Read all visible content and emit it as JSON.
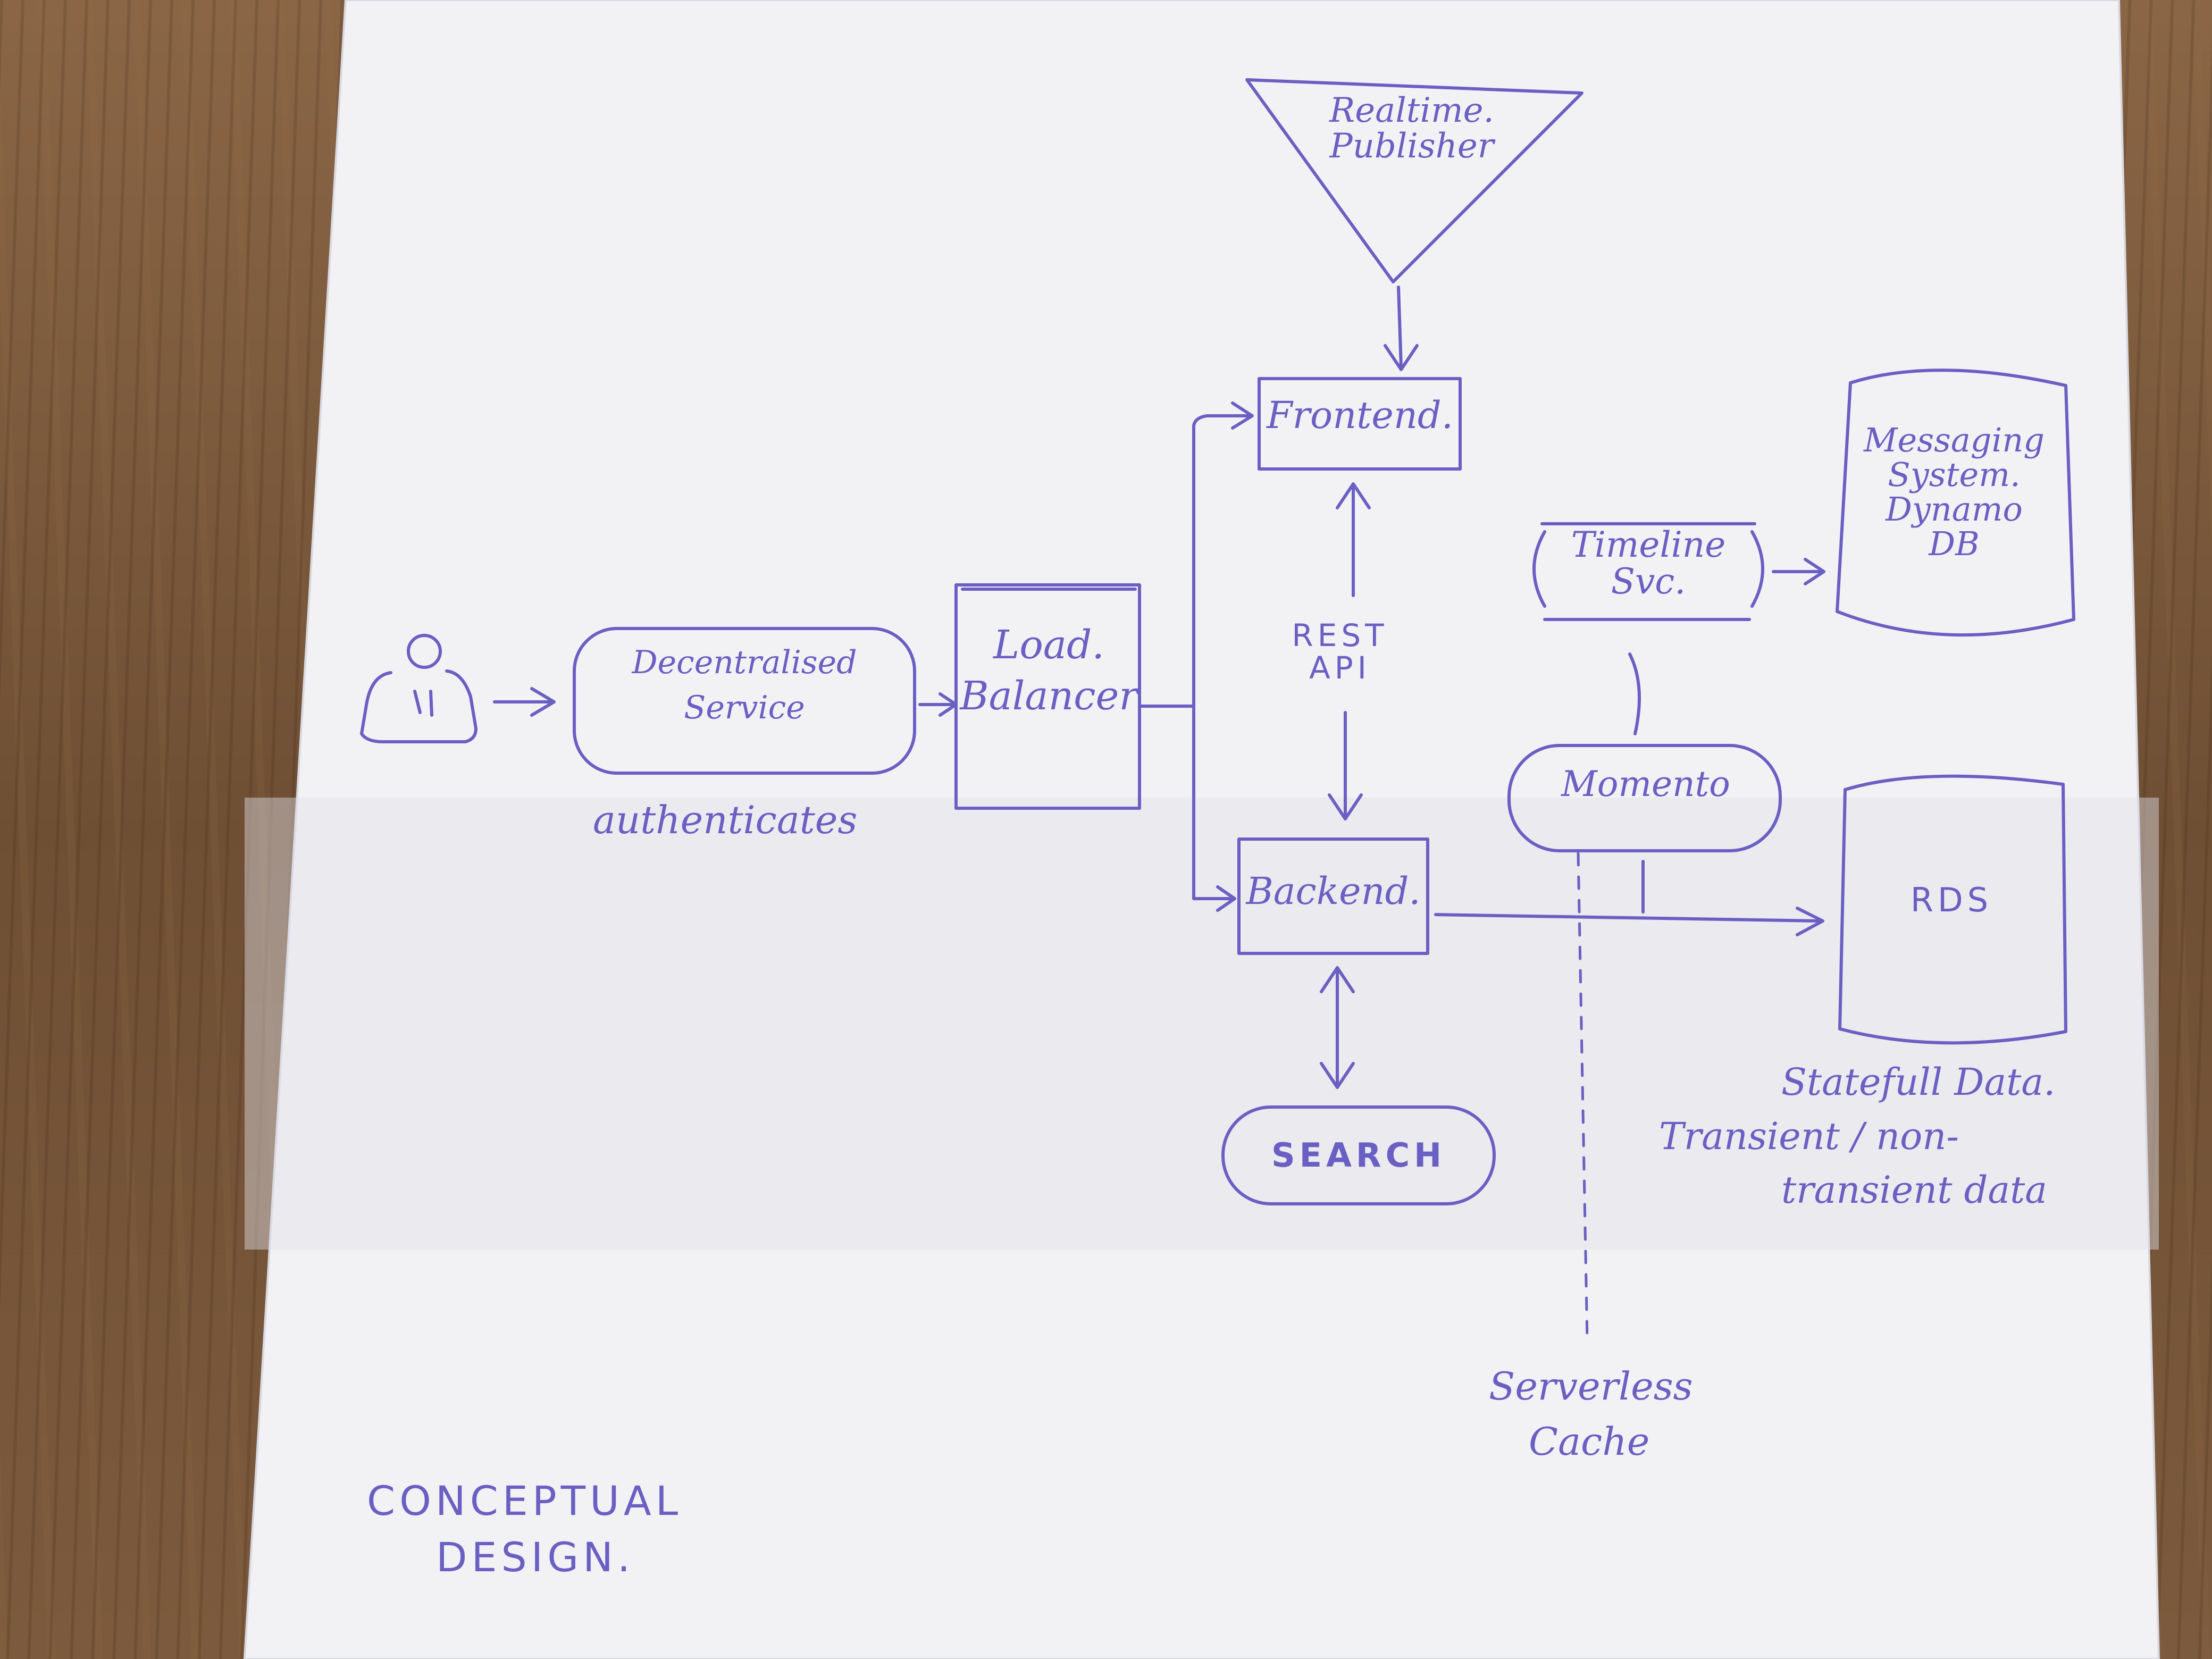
{
  "colors": {
    "ink": "#6a5fc2",
    "paper": "#f3f3f6",
    "table": "#7a5a3e"
  },
  "diagram": {
    "publisher_line1": "Realtime.",
    "publisher_line2": "Publisher",
    "frontend": "Frontend.",
    "rest_api_line1": "REST",
    "rest_api_line2": "API",
    "backend": "Backend.",
    "search": "SEARCH",
    "auth_service_line1": "Decentralised",
    "auth_service_line2": "Service",
    "auth_caption": "authenticates",
    "load_balancer_line1": "Load.",
    "load_balancer_line2": "Balancer",
    "timeline_line1": "Timeline",
    "timeline_line2": "Svc.",
    "messaging_line1": "Messaging",
    "messaging_line2": "System.",
    "messaging_line3": "Dynamo",
    "messaging_line4": "DB",
    "momento": "Momento",
    "rds": "RDS",
    "data_note_line1": "Statefull Data.",
    "data_note_line2": "Transient / non-",
    "data_note_line3": "transient data",
    "cache_note_line1": "Serverless",
    "cache_note_line2": "Cache",
    "footer_line1": "CONCEPTUAL",
    "footer_line2": "DESIGN."
  }
}
